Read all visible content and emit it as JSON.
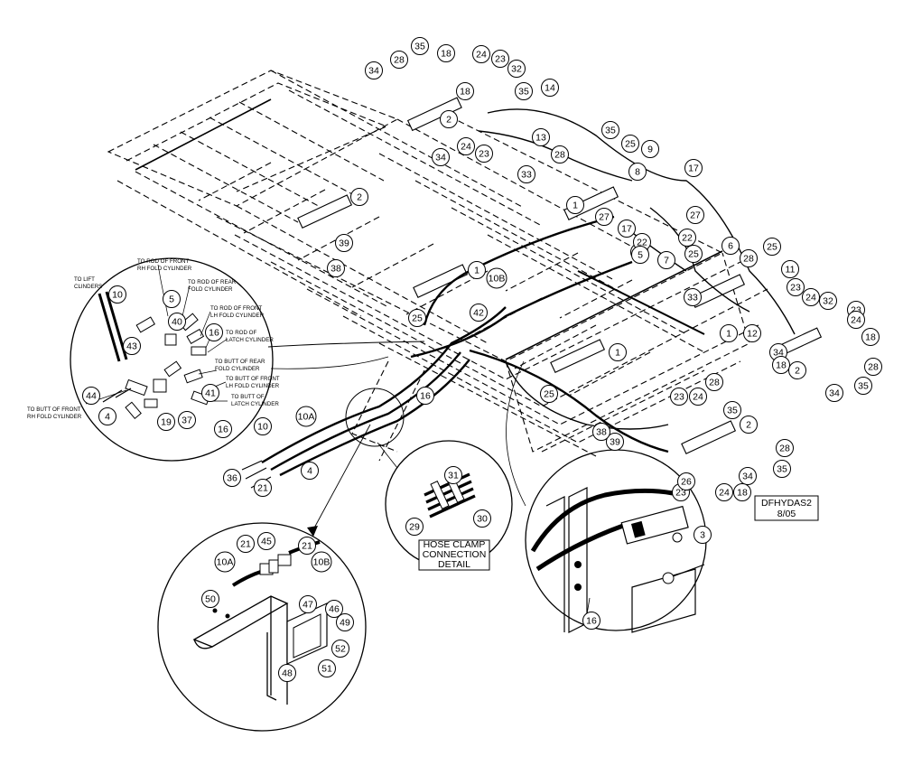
{
  "drawing_id": "DFHYDAS2",
  "drawing_date": "8/05",
  "detail_title_line1": "HOSE CLAMP",
  "detail_title_line2": "CONNECTION",
  "detail_title_line3": "DETAIL",
  "callouts": [
    "35",
    "28",
    "18",
    "24",
    "23",
    "32",
    "34",
    "14",
    "18",
    "35",
    "2",
    "24",
    "23",
    "13",
    "35",
    "34",
    "28",
    "25",
    "9",
    "17",
    "33",
    "8",
    "1",
    "2",
    "27",
    "17",
    "25",
    "22",
    "27",
    "5",
    "7",
    "22",
    "39",
    "38",
    "1",
    "10B",
    "25",
    "6",
    "28",
    "25",
    "11",
    "23",
    "24",
    "32",
    "33",
    "23",
    "1",
    "12",
    "24",
    "18",
    "34",
    "18",
    "2",
    "34",
    "35",
    "28",
    "42",
    "25",
    "16",
    "1",
    "25",
    "39",
    "38",
    "23",
    "24",
    "28",
    "35",
    "2",
    "28",
    "35",
    "34",
    "24",
    "18",
    "23",
    "26",
    "3",
    "16",
    "10",
    "5",
    "40",
    "43",
    "16",
    "44",
    "4",
    "19",
    "37",
    "41",
    "16",
    "10",
    "10A",
    "4",
    "36",
    "21",
    "31",
    "29",
    "30",
    "21",
    "45",
    "21",
    "10A",
    "10B",
    "50",
    "47",
    "46",
    "49",
    "52",
    "48",
    "51"
  ],
  "labels": {
    "to_lift": "TO LIFT",
    "cylinders": "CLINDERS",
    "rod_front_rh_1": "TO ROD OF FRONT",
    "rod_front_rh_2": "RH FOLD CYLINDER",
    "rod_rear_1": "TO ROD OF REAR",
    "rod_rear_2": "FOLD CYLINDER",
    "rod_front_lh_1": "TO ROD OF FRONT",
    "rod_front_lh_2": "LH FOLD CYLINDER",
    "rod_latch_1": "TO ROD OF",
    "rod_latch_2": "LATCH CYLINDER",
    "butt_rear_1": "TO BUTT OF REAR",
    "butt_rear_2": "FOLD CYLINDER",
    "butt_front_lh_1": "TO BUTT OF FRONT",
    "butt_front_lh_2": "LH FOLD CYLINDER",
    "butt_latch_1": "TO BUTT OF",
    "butt_latch_2": "LATCH CYLINDER",
    "butt_front_rh_1": "TO BUTT OF FRONT",
    "butt_front_rh_2": "RH FOLD CYLINDER"
  }
}
